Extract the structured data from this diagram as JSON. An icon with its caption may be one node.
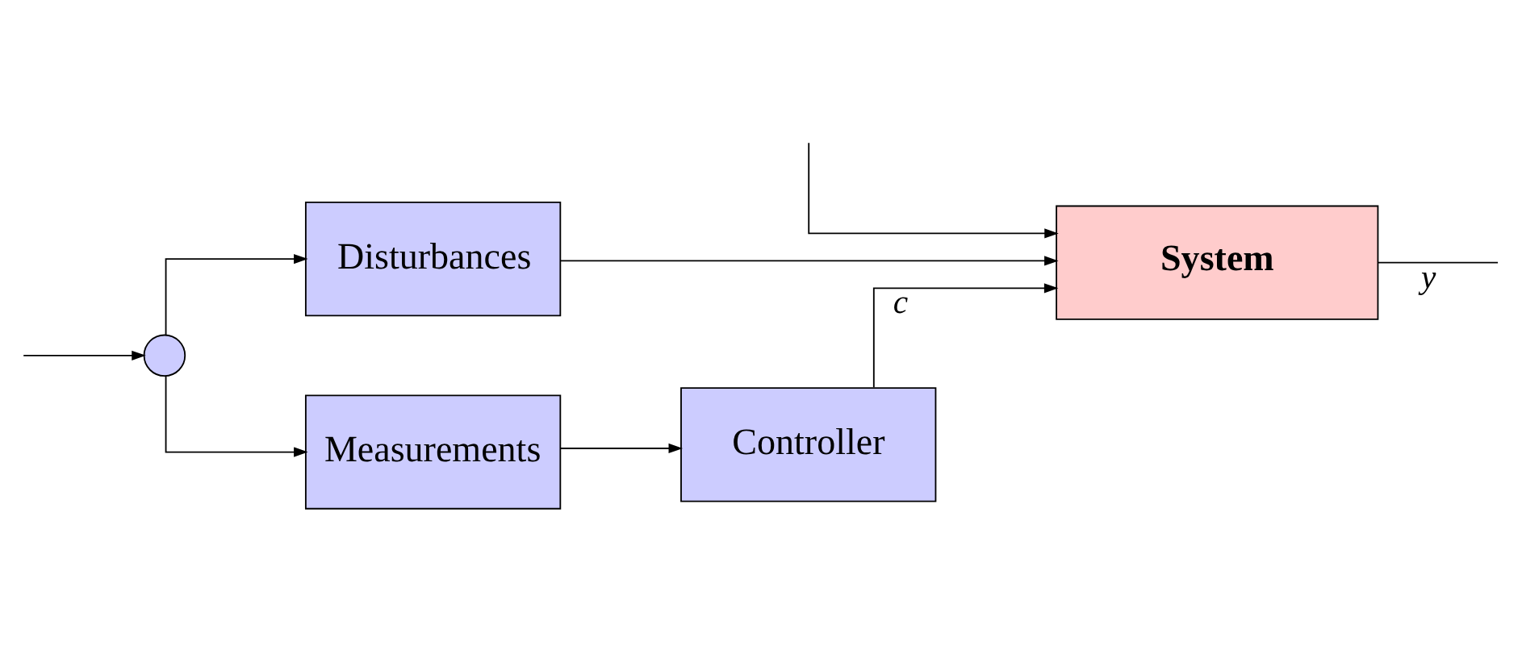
{
  "diagram": {
    "nodes": [
      {
        "text": [],
        "shape": "circle"
      },
      {
        "text": [
          "Disturbances"
        ]
      },
      {
        "text": [
          "Measurements"
        ]
      },
      {
        "text": [
          "System"
        ]
      },
      {
        "text": [
          "Controller"
        ]
      }
    ],
    "edges": [
      {
        "from": null,
        "to": 0,
        "arrow": "to"
      },
      {
        "from": 0,
        "to": 1,
        "arrow": "to"
      },
      {
        "from": 0,
        "to": 2,
        "arrow": "to"
      },
      {
        "from": 1,
        "to": 3,
        "arrow": "to"
      },
      {
        "from": null,
        "to": 3,
        "arrow": "to"
      },
      {
        "from": 2,
        "to": 4,
        "arrow": "to"
      },
      {
        "from": 4,
        "to": 3,
        "arrow": "to",
        "label": "c"
      },
      {
        "from": 3,
        "to": null,
        "arrow": "none",
        "label": "y"
      }
    ]
  }
}
